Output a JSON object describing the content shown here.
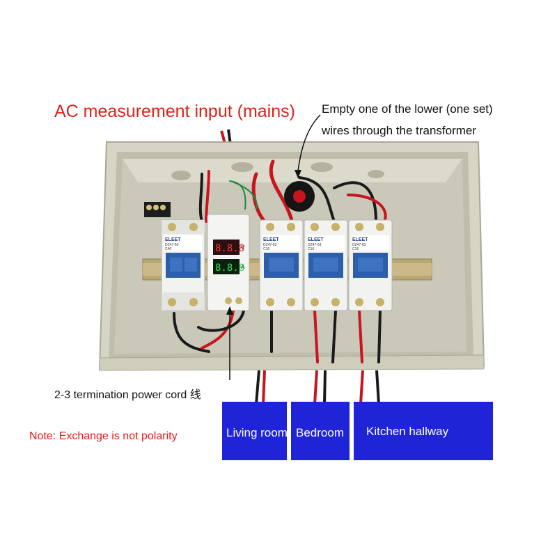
{
  "annotations": {
    "mains_input": "AC measurement input (mains)",
    "transformer_line1": "Empty one of the lower (one set)",
    "transformer_line2": "wires through the transformer",
    "power_cord": "2-3 termination power cord 线",
    "polarity_note": "Note: Exchange is not polarity"
  },
  "rooms": [
    "Living room",
    "Bedroom",
    "Kitchen hallway"
  ],
  "breakers": {
    "brand": "ELEET",
    "main_model": "DZ47-63",
    "main_rating": "C40",
    "branch_model": "DZ47-63",
    "branch_rating": "C16"
  },
  "colors": {
    "annotation_red": "#e0201a",
    "room_label_blue": "#1f24d6",
    "enclosure_grey": "#cfcdbc",
    "breaker_blue": "#2b5fa8",
    "wire_red": "#c8141e",
    "wire_black": "#1a1a1a"
  }
}
